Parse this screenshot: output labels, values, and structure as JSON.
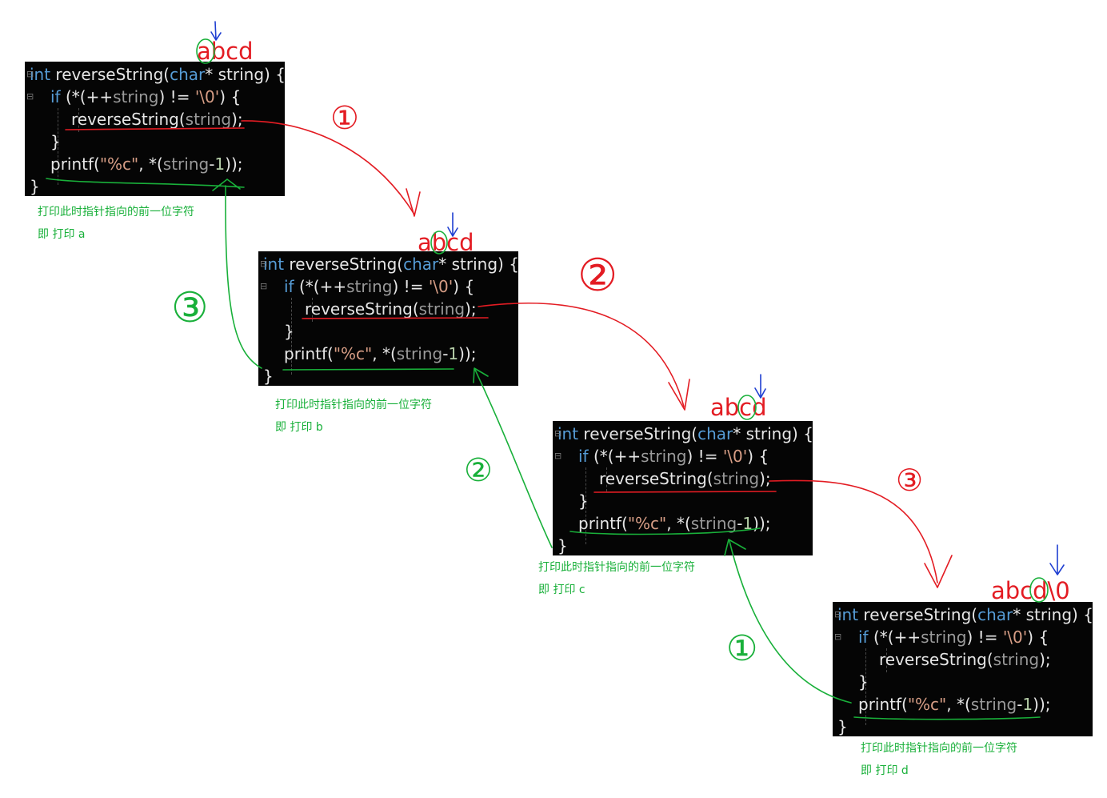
{
  "code": {
    "l1_kw": "int",
    "l1_fn": " reverseString(",
    "l1_type": "char",
    "l1_rest": "* string) {",
    "l2_if": "if",
    "l2_a": " (*(++",
    "l2_var": "string",
    "l2_b": ") != ",
    "l2_str": "'\\0'",
    "l2_c": ") {",
    "l3_fn": "reverseString(",
    "l3_var": "string",
    "l3_end": ");",
    "l4": "}",
    "l5_fn": "printf(",
    "l5_str": "\"%c\"",
    "l5_a": ", *(",
    "l5_var": "string",
    "l5_minus": "-",
    "l5_num": "1",
    "l5_end": "));",
    "l6": "}"
  },
  "labels": {
    "abcd": "abcd",
    "abcd_nul": "abcd\\0"
  },
  "notes": [
    {
      "line1": "打印此时指针指向的前一位字符",
      "line2": "即 打印  a"
    },
    {
      "line1": "打印此时指针指向的前一位字符",
      "line2": "即 打印  b"
    },
    {
      "line1": "打印此时指针指向的前一位字符",
      "line2": "即 打印 c"
    },
    {
      "line1": "打印此时指针指向的前一位字符",
      "line2": "即 打印 d"
    }
  ],
  "steps": {
    "call": [
      "①",
      "②",
      "③"
    ],
    "return": [
      "③",
      "②",
      "①"
    ]
  },
  "colors": {
    "call_arrow": "#e31c23",
    "return_arrow": "#19b03a",
    "pointer_mark": "#1f3fd1"
  }
}
